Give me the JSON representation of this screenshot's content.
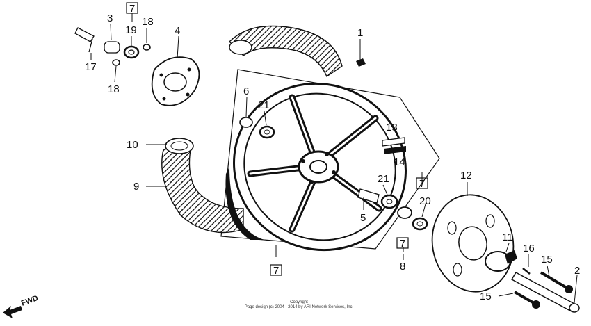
{
  "diagram": {
    "callouts": {
      "c1": "1",
      "c2": "2",
      "c3": "3",
      "c4": "4",
      "c5": "5",
      "c6": "6",
      "c7a": "7",
      "c7b": "7",
      "c7c": "7",
      "c7d": "7",
      "c8": "8",
      "c9": "9",
      "c10": "10",
      "c11": "11",
      "c12": "12",
      "c13": "13",
      "c14": "14",
      "c15a": "15",
      "c15b": "15",
      "c16": "16",
      "c17": "17",
      "c18a": "18",
      "c18b": "18",
      "c19": "19",
      "c20": "20",
      "c21a": "21",
      "c21b": "21"
    },
    "fwd_label": "FWD",
    "copyright_line1": "Copyright",
    "copyright_line2": "Page design (c) 2004 - 2014 by ARI Network Services, Inc."
  }
}
